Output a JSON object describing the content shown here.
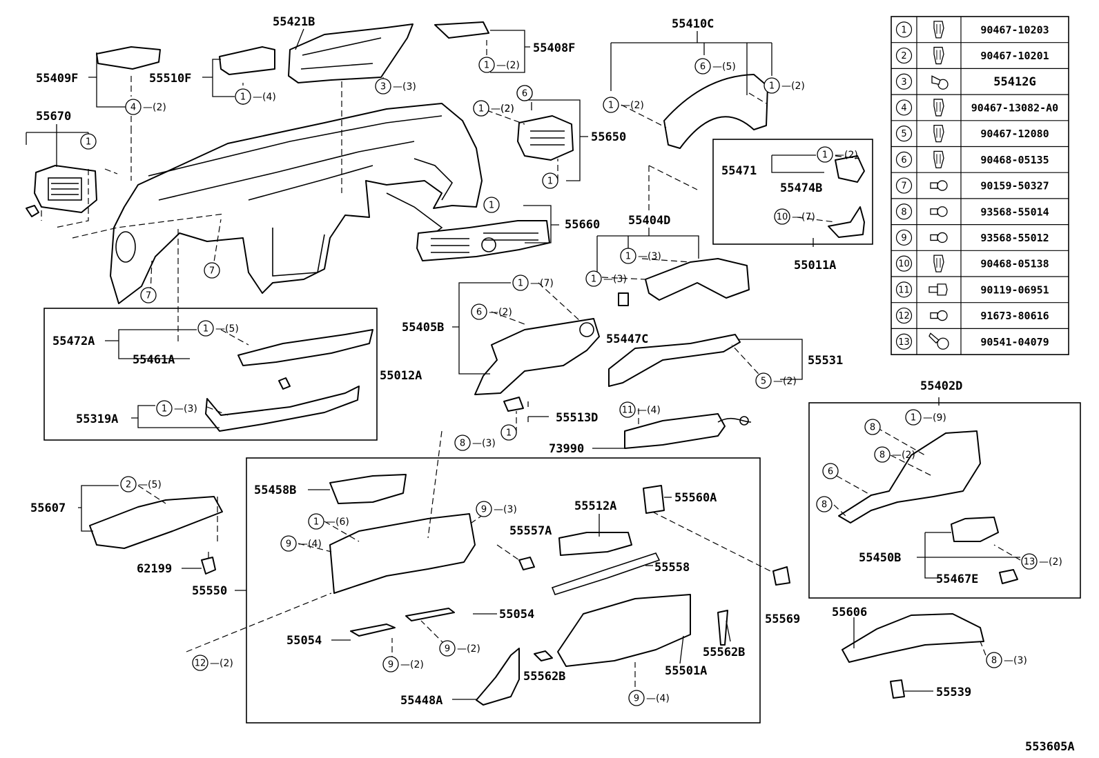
{
  "callouts": [
    {
      "id": "55421B",
      "text": "55421B"
    },
    {
      "id": "55410C",
      "text": "55410C"
    },
    {
      "id": "55408F",
      "text": "55408F"
    },
    {
      "id": "55409F",
      "text": "55409F"
    },
    {
      "id": "55510F",
      "text": "55510F"
    },
    {
      "id": "55670",
      "text": "55670"
    },
    {
      "id": "55650",
      "text": "55650"
    },
    {
      "id": "55471",
      "text": "55471"
    },
    {
      "id": "55474B",
      "text": "55474B"
    },
    {
      "id": "55011A",
      "text": "55011A"
    },
    {
      "id": "55660",
      "text": "55660"
    },
    {
      "id": "55404D",
      "text": "55404D"
    },
    {
      "id": "55472A",
      "text": "55472A"
    },
    {
      "id": "55461A",
      "text": "55461A"
    },
    {
      "id": "55012A",
      "text": "55012A"
    },
    {
      "id": "55319A",
      "text": "55319A"
    },
    {
      "id": "55405B",
      "text": "55405B"
    },
    {
      "id": "55447C",
      "text": "55447C"
    },
    {
      "id": "55531",
      "text": "55531"
    },
    {
      "id": "55513D",
      "text": "55513D"
    },
    {
      "id": "73990",
      "text": "73990"
    },
    {
      "id": "55402D",
      "text": "55402D"
    },
    {
      "id": "55607",
      "text": "55607"
    },
    {
      "id": "62199",
      "text": "62199"
    },
    {
      "id": "55550",
      "text": "55550"
    },
    {
      "id": "55458B",
      "text": "55458B"
    },
    {
      "id": "55560A",
      "text": "55560A"
    },
    {
      "id": "55512A",
      "text": "55512A"
    },
    {
      "id": "55557A",
      "text": "55557A"
    },
    {
      "id": "55558",
      "text": "55558"
    },
    {
      "id": "55054a",
      "text": "55054"
    },
    {
      "id": "55054b",
      "text": "55054"
    },
    {
      "id": "55569",
      "text": "55569"
    },
    {
      "id": "55562Ba",
      "text": "55562B"
    },
    {
      "id": "55562Bb",
      "text": "55562B"
    },
    {
      "id": "55501A",
      "text": "55501A"
    },
    {
      "id": "55448A",
      "text": "55448A"
    },
    {
      "id": "55450B",
      "text": "55450B"
    },
    {
      "id": "55467E",
      "text": "55467E"
    },
    {
      "id": "55606",
      "text": "55606"
    },
    {
      "id": "55539",
      "text": "55539"
    },
    {
      "id": "diagram_id",
      "text": "553605A"
    }
  ],
  "refs": [
    {
      "n": "4",
      "q": "(2)"
    },
    {
      "n": "1",
      "q": "(4)"
    },
    {
      "n": "3",
      "q": "(3)"
    },
    {
      "n": "1",
      "q": "(2)"
    },
    {
      "n": "6",
      "q": ""
    },
    {
      "n": "1",
      "q": ""
    },
    {
      "n": "1",
      "q": "(2)"
    },
    {
      "n": "6",
      "q": ""
    },
    {
      "n": "1",
      "q": ""
    },
    {
      "n": "1",
      "q": "(2)"
    },
    {
      "n": "6",
      "q": "(5)"
    },
    {
      "n": "1",
      "q": "(2)"
    },
    {
      "n": "1",
      "q": "(2)"
    },
    {
      "n": "1",
      "q": "(2)"
    },
    {
      "n": "10",
      "q": "(7)"
    },
    {
      "n": "1",
      "q": ""
    },
    {
      "n": "1",
      "q": "(3)"
    },
    {
      "n": "1",
      "q": "(3)"
    },
    {
      "n": "7",
      "q": ""
    },
    {
      "n": "7",
      "q": ""
    },
    {
      "n": "1",
      "q": "(5)"
    },
    {
      "n": "1",
      "q": "(3)"
    },
    {
      "n": "1",
      "q": "(7)"
    },
    {
      "n": "6",
      "q": "(2)"
    },
    {
      "n": "5",
      "q": "(2)"
    },
    {
      "n": "1",
      "q": ""
    },
    {
      "n": "11",
      "q": "(4)"
    },
    {
      "n": "8",
      "q": "(3)"
    },
    {
      "n": "2",
      "q": "(5)"
    },
    {
      "n": "1",
      "q": "(6)"
    },
    {
      "n": "9",
      "q": "(4)"
    },
    {
      "n": "9",
      "q": "(3)"
    },
    {
      "n": "9",
      "q": "(2)"
    },
    {
      "n": "9",
      "q": "(2)"
    },
    {
      "n": "9",
      "q": "(4)"
    },
    {
      "n": "12",
      "q": "(2)"
    },
    {
      "n": "1",
      "q": "(9)"
    },
    {
      "n": "8",
      "q": ""
    },
    {
      "n": "8",
      "q": "(2)"
    },
    {
      "n": "6",
      "q": ""
    },
    {
      "n": "8",
      "q": ""
    },
    {
      "n": "13",
      "q": "(2)"
    },
    {
      "n": "8",
      "q": "(3)"
    }
  ],
  "fastener_table": [
    {
      "n": "1",
      "part": "90467-10203",
      "icon": "clip-icon"
    },
    {
      "n": "2",
      "part": "90467-10201",
      "icon": "clip-icon"
    },
    {
      "n": "3",
      "part": "55412G",
      "icon": "push-pin-icon"
    },
    {
      "n": "4",
      "part": "90467-13082-A0",
      "icon": "clip-icon"
    },
    {
      "n": "5",
      "part": "90467-12080",
      "icon": "clip-icon"
    },
    {
      "n": "6",
      "part": "90468-05135",
      "icon": "clip-icon"
    },
    {
      "n": "7",
      "part": "90159-50327",
      "icon": "screw-icon"
    },
    {
      "n": "8",
      "part": "93568-55014",
      "icon": "screw-icon"
    },
    {
      "n": "9",
      "part": "93568-55012",
      "icon": "screw-icon"
    },
    {
      "n": "10",
      "part": "90468-05138",
      "icon": "clip-icon"
    },
    {
      "n": "11",
      "part": "90119-06951",
      "icon": "bolt-icon"
    },
    {
      "n": "12",
      "part": "91673-80616",
      "icon": "screw-icon"
    },
    {
      "n": "13",
      "part": "90541-04079",
      "icon": "cushion-icon"
    }
  ]
}
